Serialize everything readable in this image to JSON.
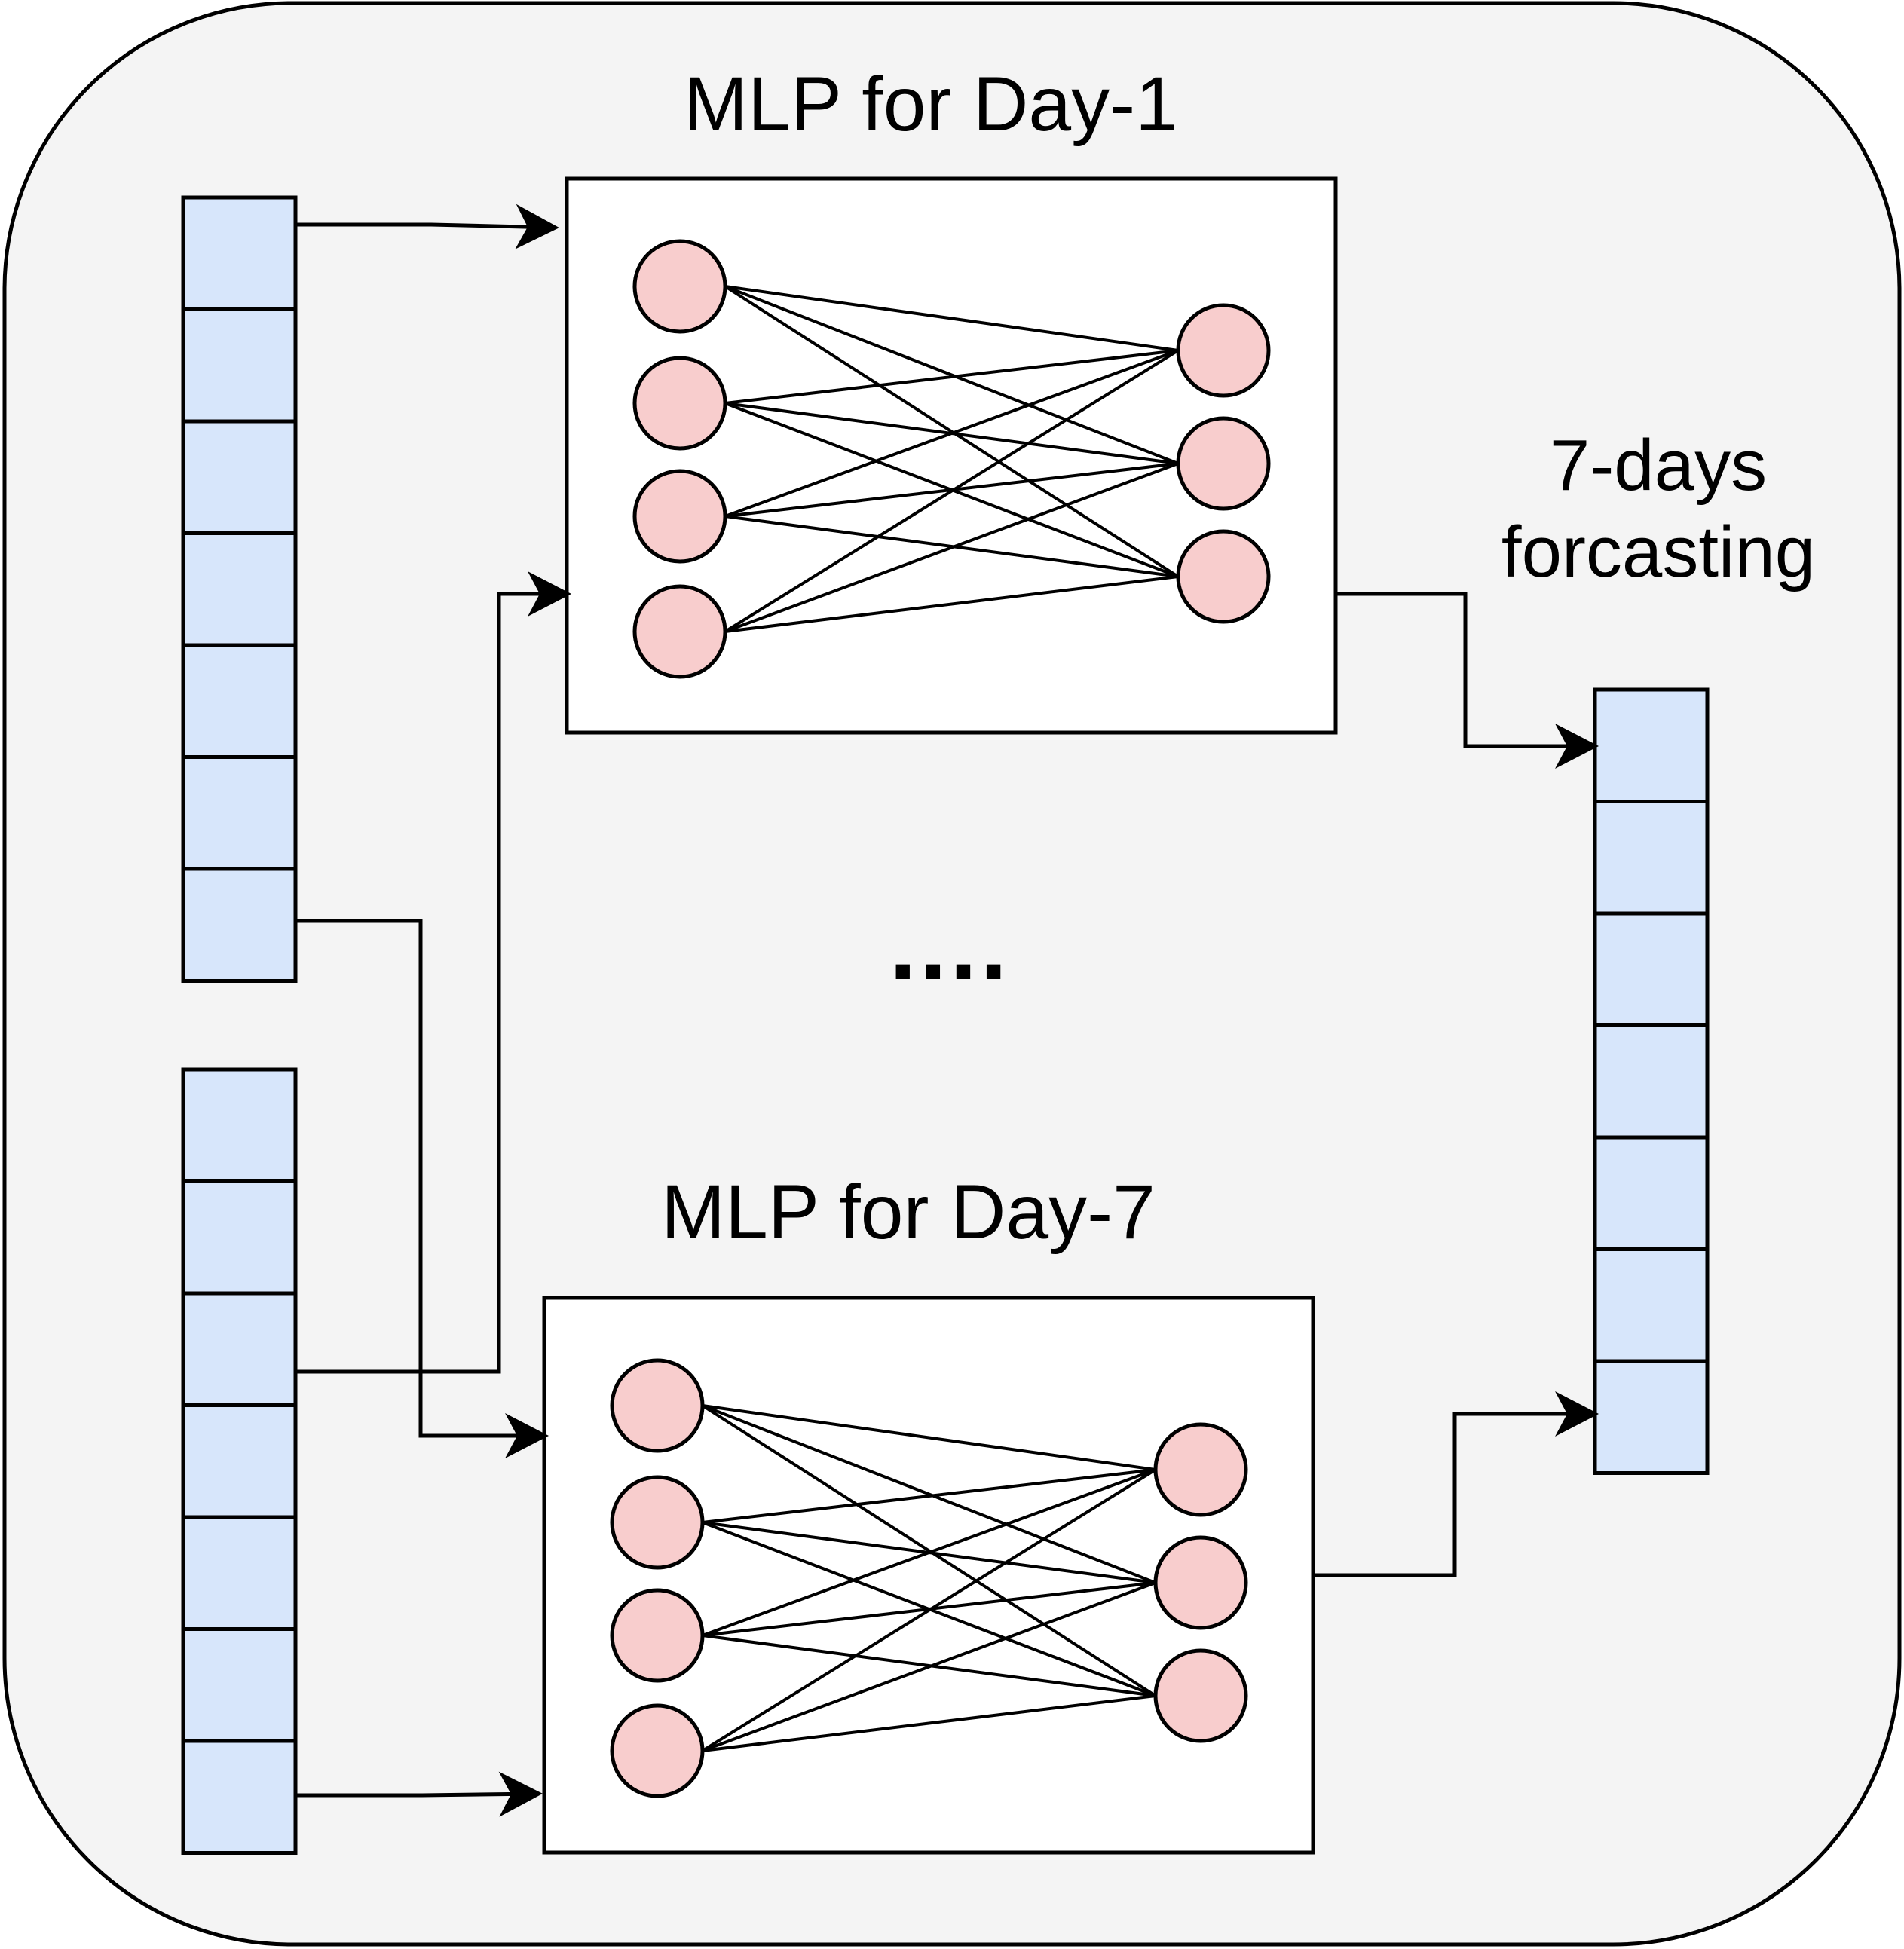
{
  "diagram": {
    "mlp_day1": {
      "title": "MLP for Day-1"
    },
    "mlp_day7": {
      "title": "MLP for Day-7"
    },
    "ellipsis": "....",
    "output": {
      "label": "7-days forcasting"
    }
  },
  "colors": {
    "container_fill": "#f4f4f4",
    "container_stroke": "#000000",
    "vector_cell_fill": "#d7e6fb",
    "neuron_fill": "#f8cdcd",
    "box_fill": "#ffffff",
    "line": "#000000"
  },
  "structure": {
    "input_vectors": 2,
    "cells_per_vector": 7,
    "output_cells": 7,
    "input_neurons_per_mlp": 4,
    "output_neurons_per_mlp": 3
  }
}
